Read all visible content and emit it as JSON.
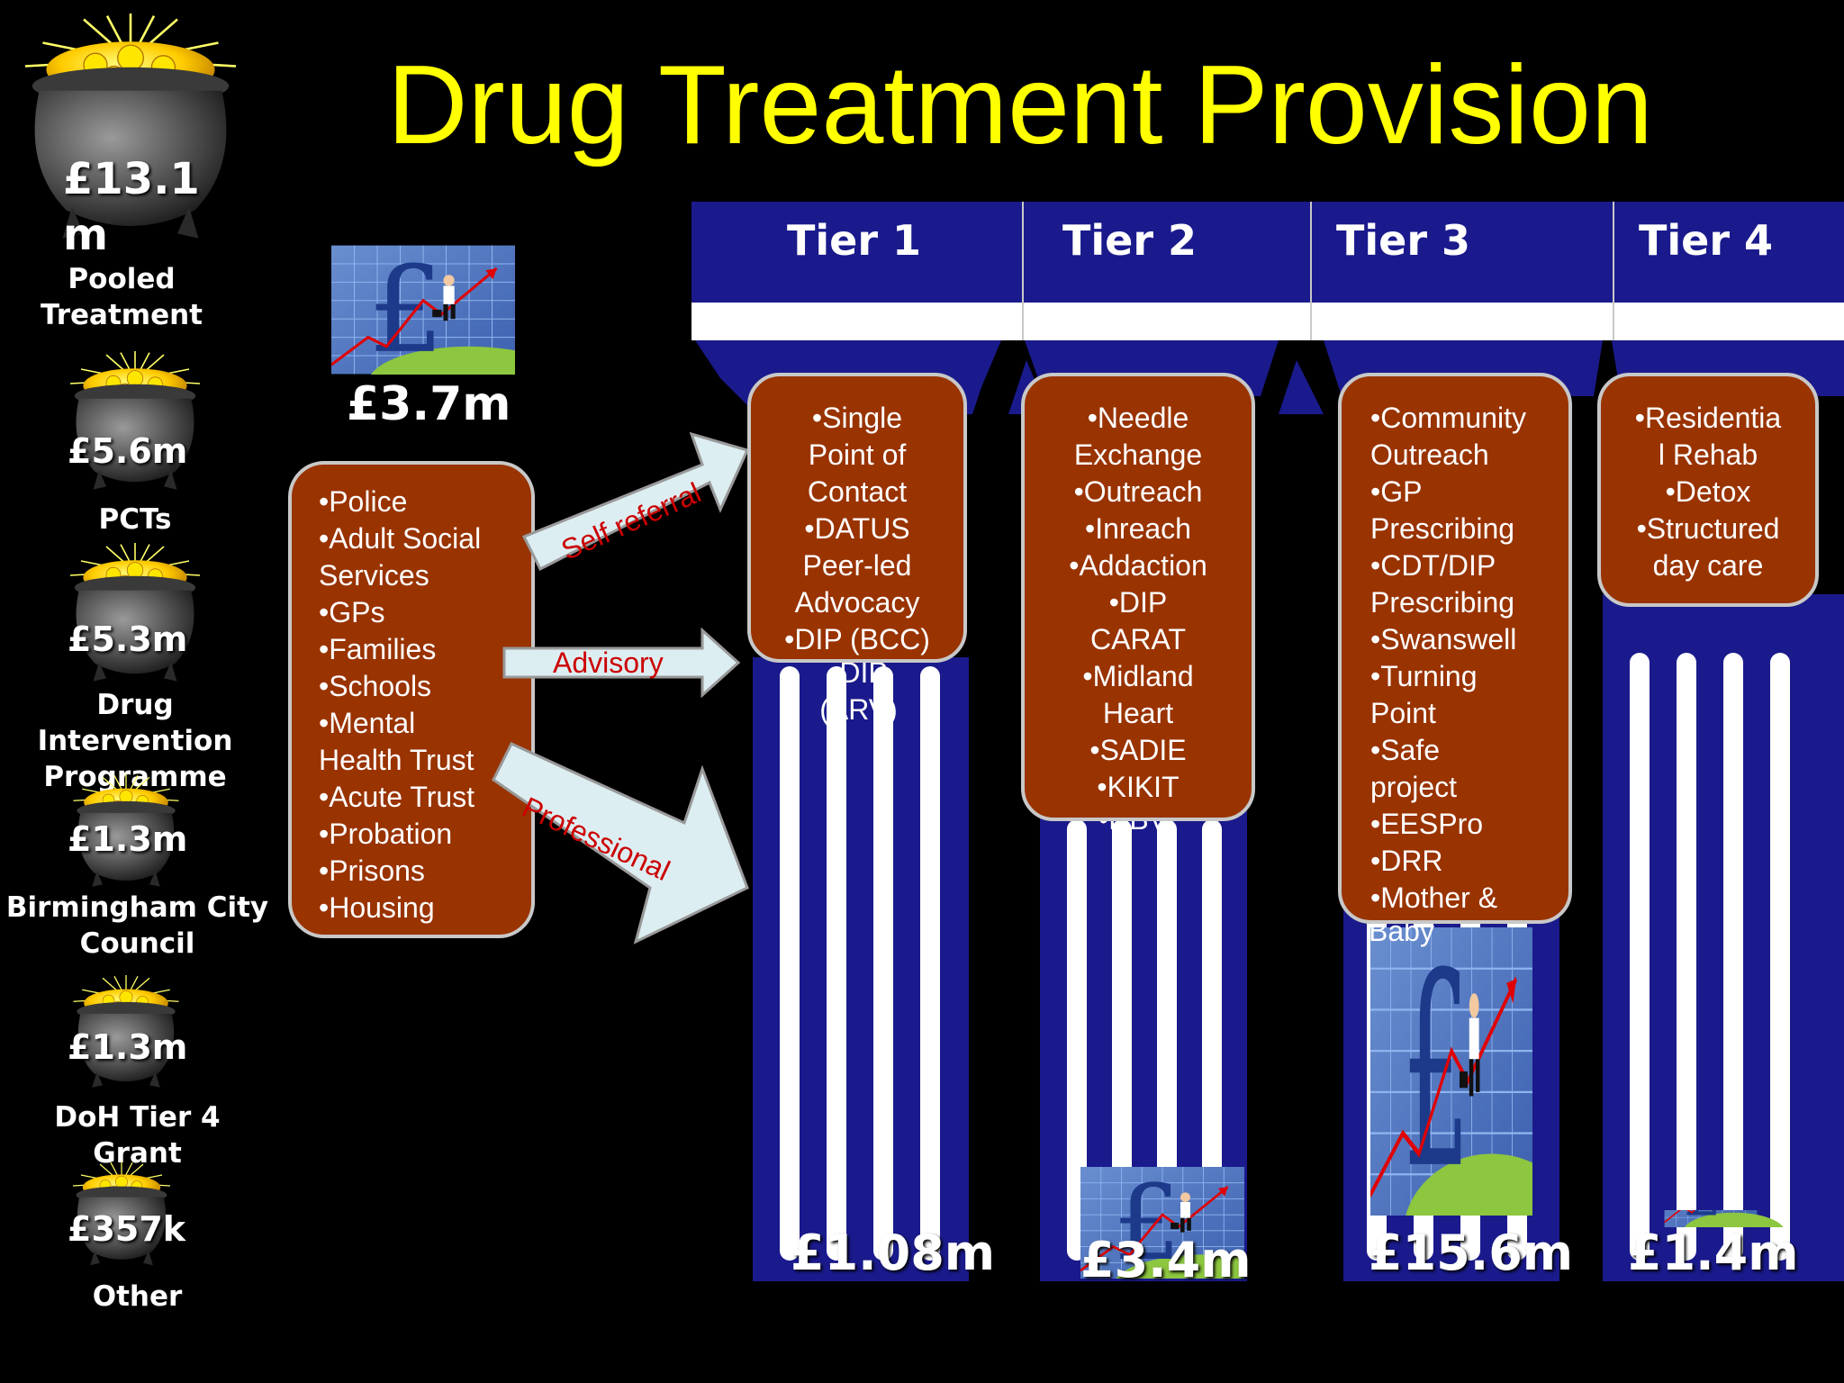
{
  "title": "Drug Treatment Provision",
  "colors": {
    "title": "#ffff00",
    "box": "#993300",
    "temple": "#1a1a8c",
    "arrow_text": "#cc0000"
  },
  "funds": [
    {
      "amount": "£13.1 m",
      "label": [
        "Pooled",
        "Treatment"
      ]
    },
    {
      "amount": "£5.6m",
      "label": [
        "PCTs"
      ]
    },
    {
      "amount": "£5.3m",
      "label": [
        "Drug",
        "Intervention",
        "Programme"
      ]
    },
    {
      "amount": "£1.3m",
      "label": [
        "Birmingham City",
        "Council"
      ]
    },
    {
      "amount": "£1.3m",
      "label": [
        "DoH Tier 4",
        "Grant"
      ]
    },
    {
      "amount": "£357k",
      "label": [
        "Other"
      ]
    }
  ],
  "chart_icon_amount": "£3.7m",
  "referrers": [
    "•Police",
    "•Adult Social",
    "Services",
    "•GPs",
    "•Families",
    "•Schools",
    "•Mental",
    "Health Trust",
    "•Acute Trust",
    "•Probation",
    "•Prisons",
    "•Housing"
  ],
  "arrows": {
    "self_referral": "Self referral",
    "advisory": "Advisory",
    "professional": "Professional"
  },
  "tiers": [
    {
      "header": "Tier 1",
      "items": [
        "•Single",
        "Point of",
        "Contact",
        "•DATUS",
        "Peer-led",
        "Advocacy",
        "•DIP (BCC)"
      ],
      "overflow": [
        "•DIP",
        "(ARV)"
      ],
      "amount": "£1.08m"
    },
    {
      "header": "Tier 2",
      "items": [
        "•Needle",
        "Exchange",
        "•Outreach",
        "•Inreach",
        "•Addaction",
        "•DIP",
        "CARAT",
        "•Midland",
        "Heart",
        "•SADIE",
        "•KIKIT"
      ],
      "overflow": [
        "•RBV"
      ],
      "amount": "£3.4m"
    },
    {
      "header": "Tier 3",
      "items": [
        "•Community",
        "Outreach",
        "•GP",
        "Prescribing",
        "•CDT/DIP",
        "Prescribing",
        "•Swanswell",
        "•Turning",
        "Point",
        "•Safe",
        "project",
        "•EESPro",
        "•DRR",
        "•Mother &"
      ],
      "overflow": [
        "Baby"
      ],
      "amount": "£15.6m"
    },
    {
      "header": "Tier 4",
      "items": [
        "•Residentia",
        "l Rehab",
        "•Detox",
        "•Structured",
        "day care"
      ],
      "overflow": [],
      "amount": "£1.4m"
    }
  ]
}
